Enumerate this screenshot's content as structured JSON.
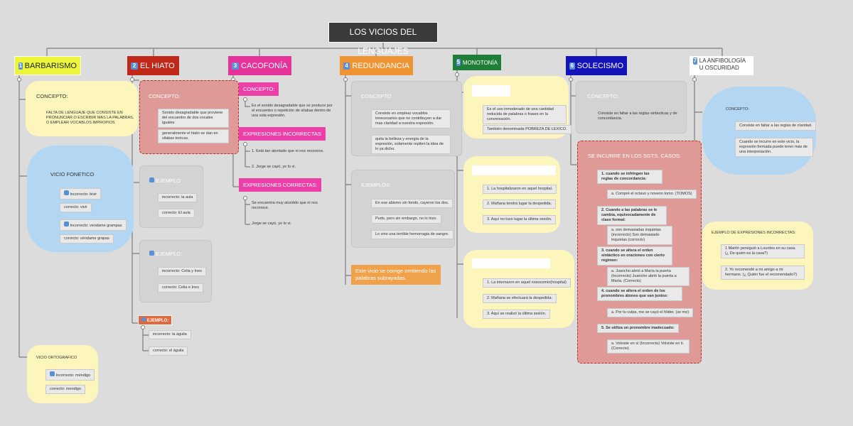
{
  "root": {
    "title": "LOS VICIOS DEL LENGUAJES"
  },
  "branches": [
    {
      "num": "1",
      "label": "BARBARISMO"
    },
    {
      "num": "2",
      "label": "EL HIATO"
    },
    {
      "num": "3",
      "label": "CACOFONÍA"
    },
    {
      "num": "4",
      "label": "REDUNDANCIA"
    },
    {
      "num": "5",
      "label": "MONOTONÍA"
    },
    {
      "num": "6",
      "label": "SOLECISMO"
    },
    {
      "num": "7",
      "label": "LA ANFIBOLOGÍA U OSCURIDAD"
    }
  ],
  "barbarismo": {
    "concepto": "CONCEPTO:",
    "concepto_text": "FALTA DE LENGUAJE QUE CONSISTE EN PRONUNCIAR O ESCRIBIR MAS LA PALABRAS, O EMPLEAR VOCABLOS IMPROPIOS",
    "fonetico": "VICIO FONETICO",
    "fonetico_items": [
      "Incorrecto: bivir",
      "correcto: vivir",
      "Incorrecto: vendame grampas",
      "correcto: véndame grapas"
    ],
    "ortografico": "VICIO ORTOGRAFICO",
    "ortografico_items": [
      "Incorrecto: méndigo",
      "correcto: mendigo"
    ]
  },
  "hiato": {
    "concepto": "CONCEPTO:",
    "concepto_items": [
      "Sonido desagradable que proviene del encuentro de dos vocales iguales",
      "generalmente el hiato se dan en silabas tonicas."
    ],
    "ejemplo1": "EJEMPLO",
    "ejemplo1_items": [
      "incorrecto: la aula",
      "correcto: El aula"
    ],
    "ejemplo2": "EJEMPLO:",
    "ejemplo2_items": [
      "incorrecto: Celia y Ines",
      "correcto: Celia e Ines"
    ],
    "ejemplo3": "EJEMPLO:",
    "ejemplo3_items": [
      "incorrecto: la águila",
      "correcto: el águila"
    ]
  },
  "cacofonia": {
    "concepto": "CONCEPTO:",
    "concepto_text": "Es el sonido desagradable que se produce por el encuentro o repetición de silabas dentro de una sola expresión.",
    "incorrectas": "EXPRESIONES INCORRECTAS",
    "incorrectas_items": [
      "1. Está tan atontado que ni nos reconoce.",
      "2. Jorge se cayó, yo lo vi."
    ],
    "correctas": "EXPRESIONES CORRECTAS:",
    "correctas_items": [
      "Se encuentra muy aturdido que ni nos reconoce.",
      "Jorge se cayó, yo lo vi."
    ]
  },
  "redundancia": {
    "concepto": "CONCEPTO",
    "concepto_items": [
      "Consiste en emplear vocablos innecesarios que no contribuyen a dar mas claridad a nuestra expresión.",
      "quita la belleza y energía de la expresión, solamente repiten la idea de lo ya dicho."
    ],
    "ejemplos": "EJEMPLOS:",
    "ejemplos_items": [
      "En ese abismo sin fondo, cayeron los dos.",
      "Pudo, pero sin embargo, no lo hizo.",
      "Lo vino una terrible hemorragia de sangre."
    ],
    "nota": "Este vicio se corrige omitiendo las palabras subrayadas."
  },
  "monotonia": {
    "concepto_items": [
      "Es el uso inmoderado de una cantidad reducida de palabras o frases en la conversación.",
      "También denominada POBREZA DE LEXICO."
    ],
    "grupo1_items": [
      "1. La hospitalizaron en aquel hospital.",
      "2. Mañana tendrá lugar la despedida.",
      "3. Aquí no tuvo lugar la última sesión."
    ],
    "grupo2_items": [
      "1. La internaron en aquel nosocomio(hospital)",
      "2. Mañana se efectuará la despedida.",
      "3. Aquí se realizó la última sesión."
    ]
  },
  "solecismo": {
    "concepto": "CONCEPTO:",
    "concepto_text": "Consiste en faltar a las reglas sintácticas y de concordancia.",
    "casos": "SE INCURRE EN LOS SGTS. CASOS:",
    "casos_items": [
      {
        "rule": "1. cuando se infringen las reglas de concordancia:",
        "example": "a. Compré el octavo y noveno tomo. (TOMOS)"
      },
      {
        "rule": "2. Cuando a las palabras se le cambia, equivocadamente de clase formal:",
        "example": "a. son demasiadas inquietas (incorrecto) Son demasiado inquietas (correcto)"
      },
      {
        "rule": "3. cuando se altera el orden sintáctico en oraciones con cierto régimen:",
        "example": "a. Juancho abrió a María la puerta (Incorrecto) Juancho abrió la puerta a María. (Correcto)"
      },
      {
        "rule": "4. cuando se altera el orden de los pronombres átonos que van juntos:",
        "example": "a. Por tu culpa, me se cayó el fólder. (se me)"
      },
      {
        "rule": "5. Se utiliza un pronombre inadecuado:",
        "example": "a. Volviste en sí (Incorrecto) Volviste en ti. (Correcto)"
      }
    ]
  },
  "anfibologia": {
    "concepto": "CONCEPTO:",
    "concepto_items": [
      "Consiste en faltar a las reglas de claridad.",
      "Cuando se incurre en este vicio, la expresión formada puede tener más de una interpretación."
    ],
    "ejemplos": "EJEMPLO DE EXPRESIONES INCORRECTAS:",
    "ejemplos_items": [
      "1 Martín persiguió a Lourdes en su casa. (¿ De quién es la casa?)",
      "2. Yo recomendé a mi amigo a mi hermano. (¿ Quién fue el recomendado?)"
    ]
  }
}
